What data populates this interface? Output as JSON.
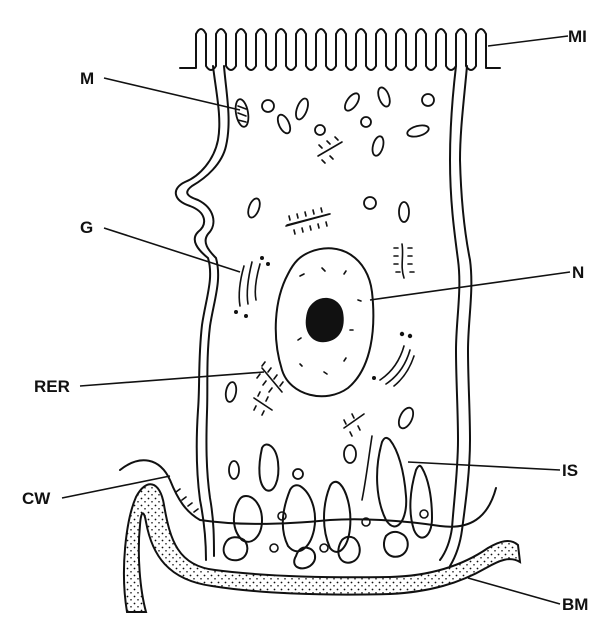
{
  "figure": {
    "labels": {
      "mi": "MI",
      "m": "M",
      "g": "G",
      "n": "N",
      "rer": "RER",
      "is": "IS",
      "cw": "CW",
      "bm": "BM"
    }
  }
}
